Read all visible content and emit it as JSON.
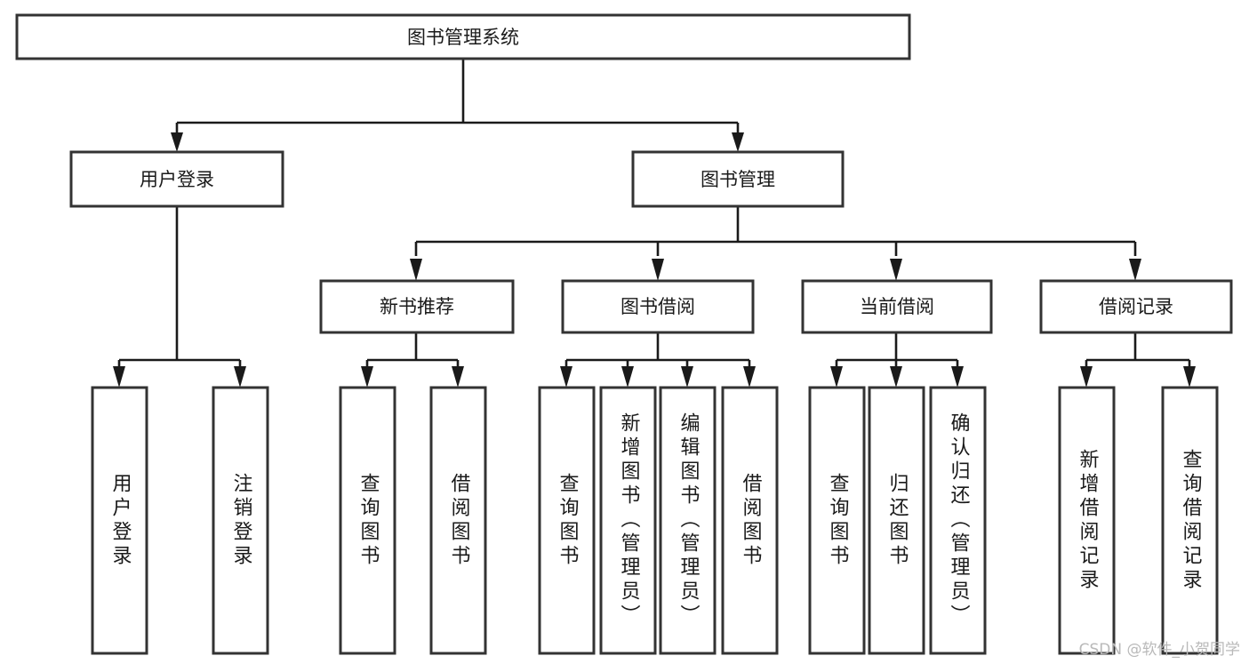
{
  "diagram": {
    "type": "tree-hierarchy-chart",
    "root": {
      "id": "root",
      "label": "图书管理系统"
    },
    "level2": [
      {
        "id": "user-login",
        "label": "用户登录"
      },
      {
        "id": "book-management",
        "label": "图书管理"
      }
    ],
    "level3": [
      {
        "id": "new-book-recommend",
        "label": "新书推荐",
        "parent": "book-management"
      },
      {
        "id": "book-borrow",
        "label": "图书借阅",
        "parent": "book-management"
      },
      {
        "id": "current-borrow",
        "label": "当前借阅",
        "parent": "book-management"
      },
      {
        "id": "borrow-record",
        "label": "借阅记录",
        "parent": "book-management"
      }
    ],
    "leaves": [
      {
        "id": "leaf-user-login",
        "label": "用户登录",
        "parent": "user-login"
      },
      {
        "id": "leaf-logout-login",
        "label": "注销登录",
        "parent": "user-login"
      },
      {
        "id": "leaf-query-book-1",
        "label": "查询图书",
        "parent": "new-book-recommend"
      },
      {
        "id": "leaf-borrow-book-1",
        "label": "借阅图书",
        "parent": "new-book-recommend"
      },
      {
        "id": "leaf-query-book-2",
        "label": "查询图书",
        "parent": "book-borrow"
      },
      {
        "id": "leaf-add-book",
        "label": "新增图书（管理员）",
        "parent": "book-borrow"
      },
      {
        "id": "leaf-edit-book",
        "label": "编辑图书（管理员）",
        "parent": "book-borrow"
      },
      {
        "id": "leaf-borrow-book-2",
        "label": "借阅图书",
        "parent": "book-borrow"
      },
      {
        "id": "leaf-query-book-3",
        "label": "查询图书",
        "parent": "current-borrow"
      },
      {
        "id": "leaf-return-book",
        "label": "归还图书",
        "parent": "current-borrow"
      },
      {
        "id": "leaf-confirm-return",
        "label": "确认归还（管理员）",
        "parent": "current-borrow"
      },
      {
        "id": "leaf-add-record",
        "label": "新增借阅记录",
        "parent": "borrow-record"
      },
      {
        "id": "leaf-query-record",
        "label": "查询借阅记录",
        "parent": "borrow-record"
      }
    ],
    "colors": {
      "box_fill": "#ffffff",
      "box_stroke": "#333333",
      "connector": "#1a1a1a",
      "text": "#1a1a1a",
      "background": "#ffffff",
      "watermark": "#b9b9b9"
    }
  },
  "watermark": {
    "text": "CSDN @软件_小贺同学"
  }
}
